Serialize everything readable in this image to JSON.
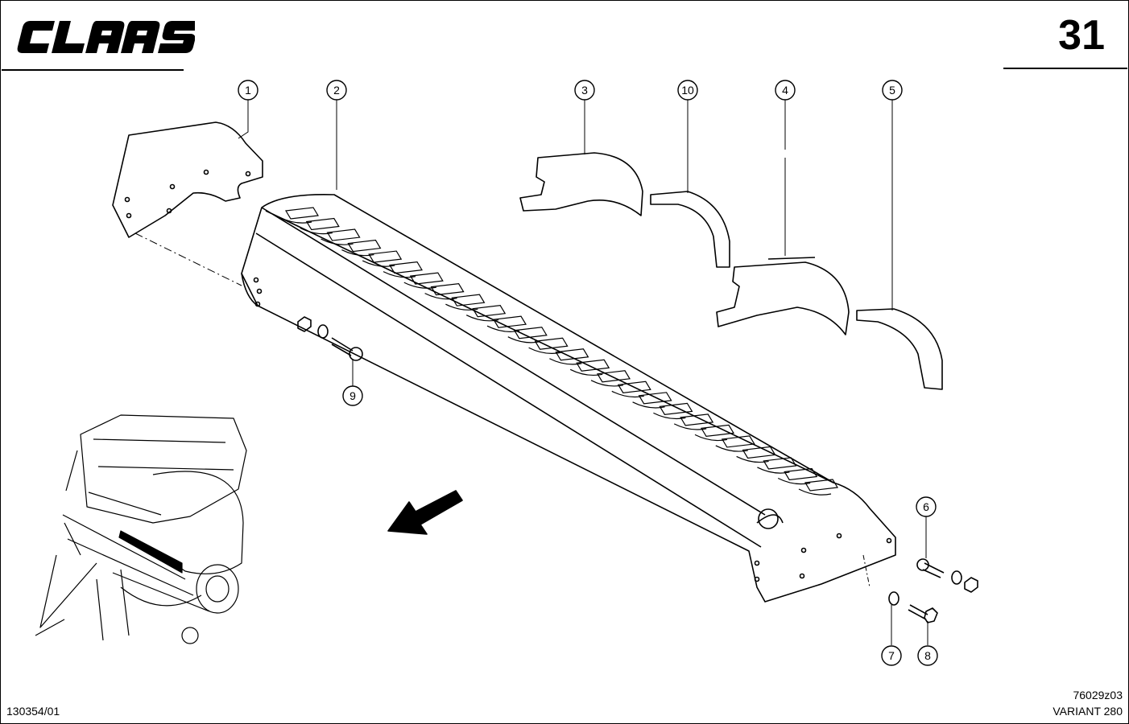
{
  "brand": {
    "name": "CLAAS",
    "icon": "claas-logo"
  },
  "sheet": {
    "page_number": "31"
  },
  "footer": {
    "document_code": "130354/01",
    "drawing_code": "76029z03",
    "model": "VARIANT 280"
  },
  "callouts": [
    {
      "id": "c1",
      "label": "1"
    },
    {
      "id": "c2",
      "label": "2"
    },
    {
      "id": "c3",
      "label": "3"
    },
    {
      "id": "c10",
      "label": "10"
    },
    {
      "id": "c4",
      "label": "4"
    },
    {
      "id": "c5",
      "label": "5"
    },
    {
      "id": "c9",
      "label": "9"
    },
    {
      "id": "c6",
      "label": "6"
    },
    {
      "id": "c7",
      "label": "7"
    },
    {
      "id": "c8",
      "label": "8"
    }
  ]
}
